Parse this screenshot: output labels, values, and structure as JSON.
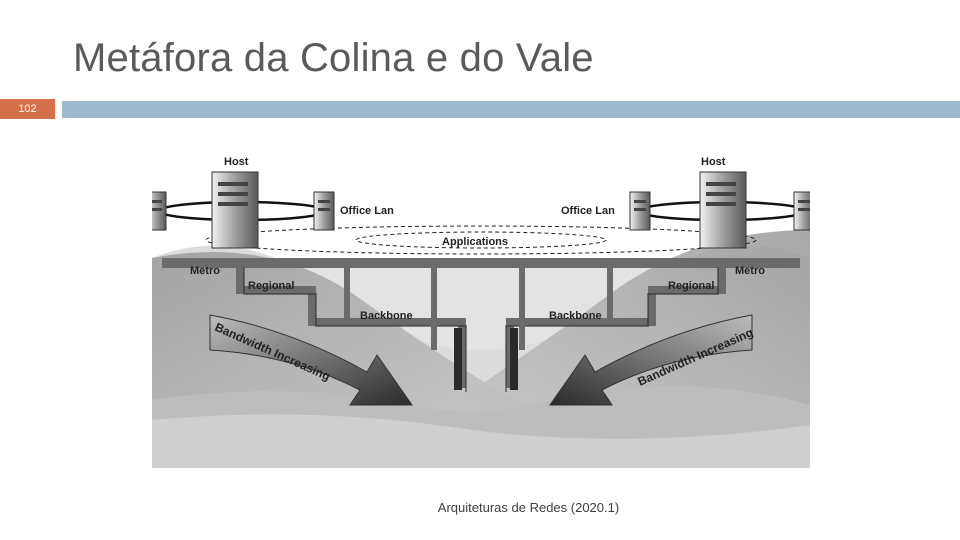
{
  "slide": {
    "title": "Metáfora da Colina e do Vale",
    "page_number": "102",
    "footer": "Arquiteturas de Redes (2020.1)"
  },
  "diagram": {
    "host_left": "Host",
    "host_right": "Host",
    "office_lan_left": "Office Lan",
    "office_lan_right": "Office Lan",
    "applications": "Applications",
    "metro_left": "Metro",
    "metro_right": "Metro",
    "regional_left": "Regional",
    "regional_right": "Regional",
    "backbone_left": "Backbone",
    "backbone_right": "Backbone",
    "arrow_left_text": "Bandwidth Increasing",
    "arrow_right_text": "Bandwidth Increasing"
  },
  "colors": {
    "accent_bar": "#d4714a",
    "header_bar": "#9db8cf",
    "title_text": "#5a5a5a"
  }
}
